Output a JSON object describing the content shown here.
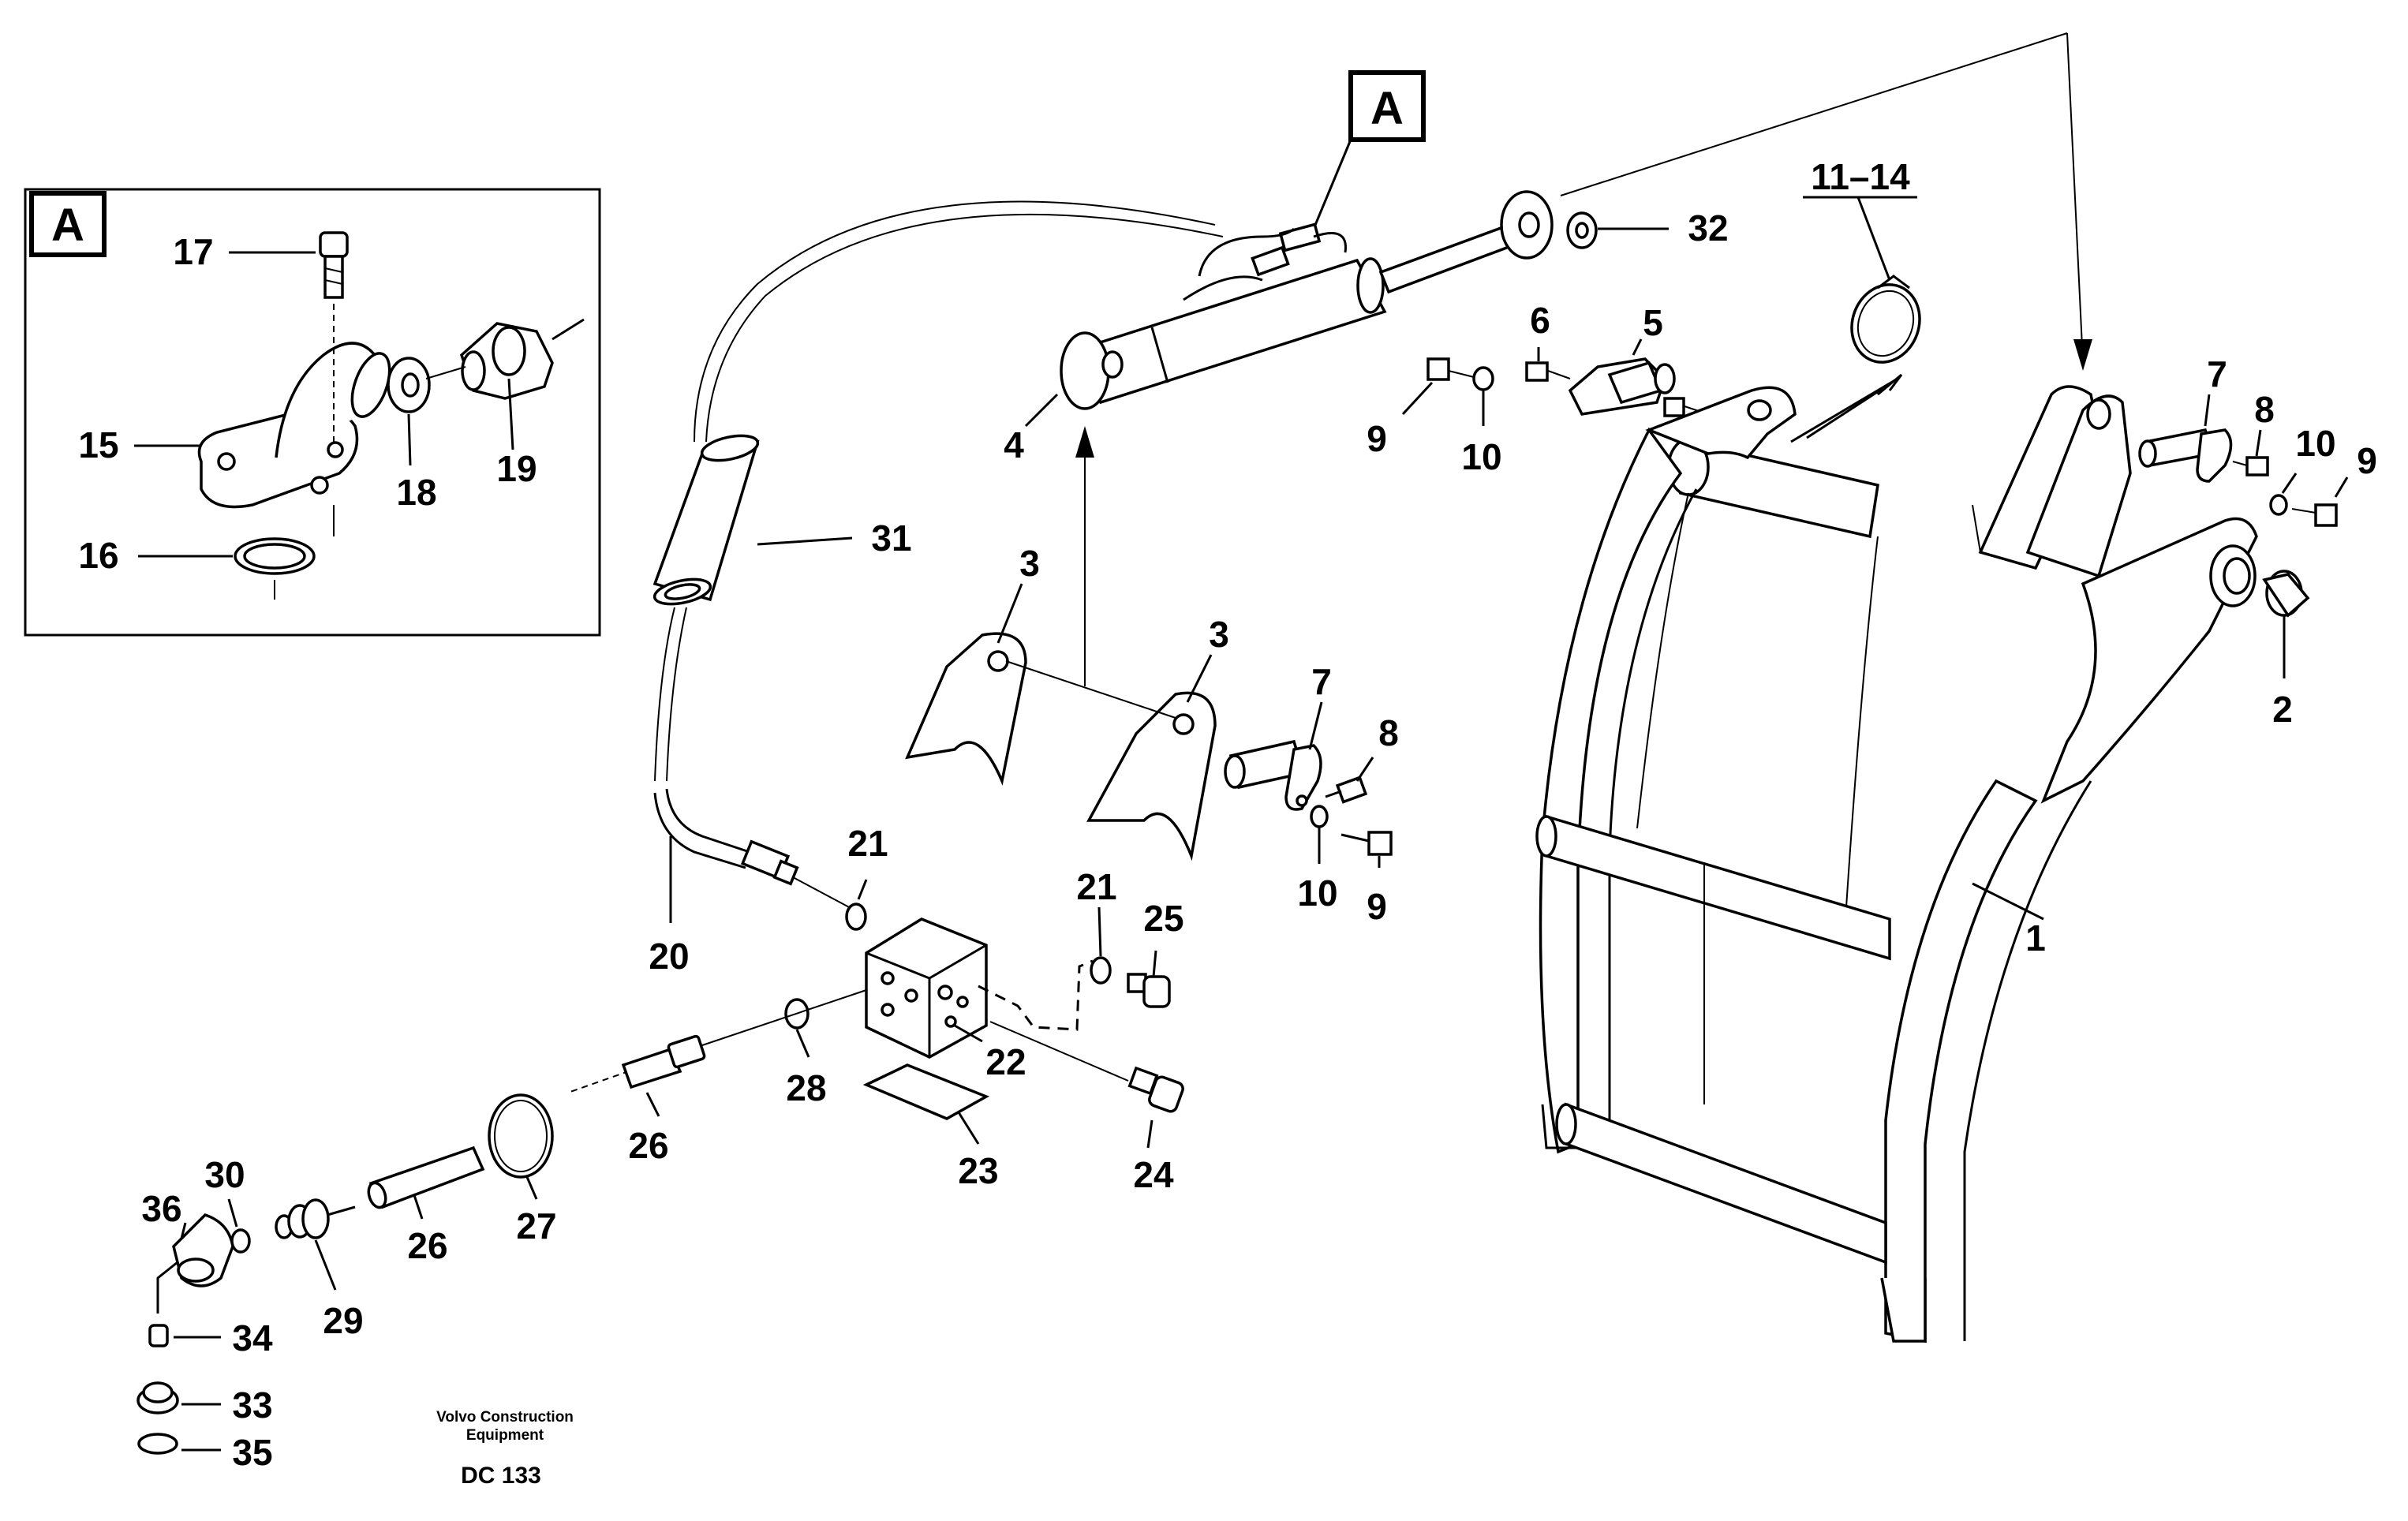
{
  "detail_marker": "A",
  "footer": {
    "company_line1": "Volvo Construction",
    "company_line2": "Equipment",
    "reference": "DC 133"
  },
  "callouts": {
    "c1": "1",
    "c2": "2",
    "c3a": "3",
    "c3b": "3",
    "c4": "4",
    "c5": "5",
    "c6": "6",
    "c7a": "7",
    "c7b": "7",
    "c8a": "8",
    "c8b": "8",
    "c9a": "9",
    "c9b": "9",
    "c9c": "9",
    "c10a": "10",
    "c10b": "10",
    "c10c": "10",
    "c11_14": "11–14",
    "c15": "15",
    "c16": "16",
    "c17": "17",
    "c18": "18",
    "c19": "19",
    "c20": "20",
    "c21a": "21",
    "c21b": "21",
    "c22": "22",
    "c23": "23",
    "c24": "24",
    "c25": "25",
    "c26a": "26",
    "c26b": "26",
    "c27": "27",
    "c28": "28",
    "c29": "29",
    "c30": "30",
    "c31": "31",
    "c32": "32",
    "c33": "33",
    "c34": "34",
    "c35": "35",
    "c36": "36"
  }
}
